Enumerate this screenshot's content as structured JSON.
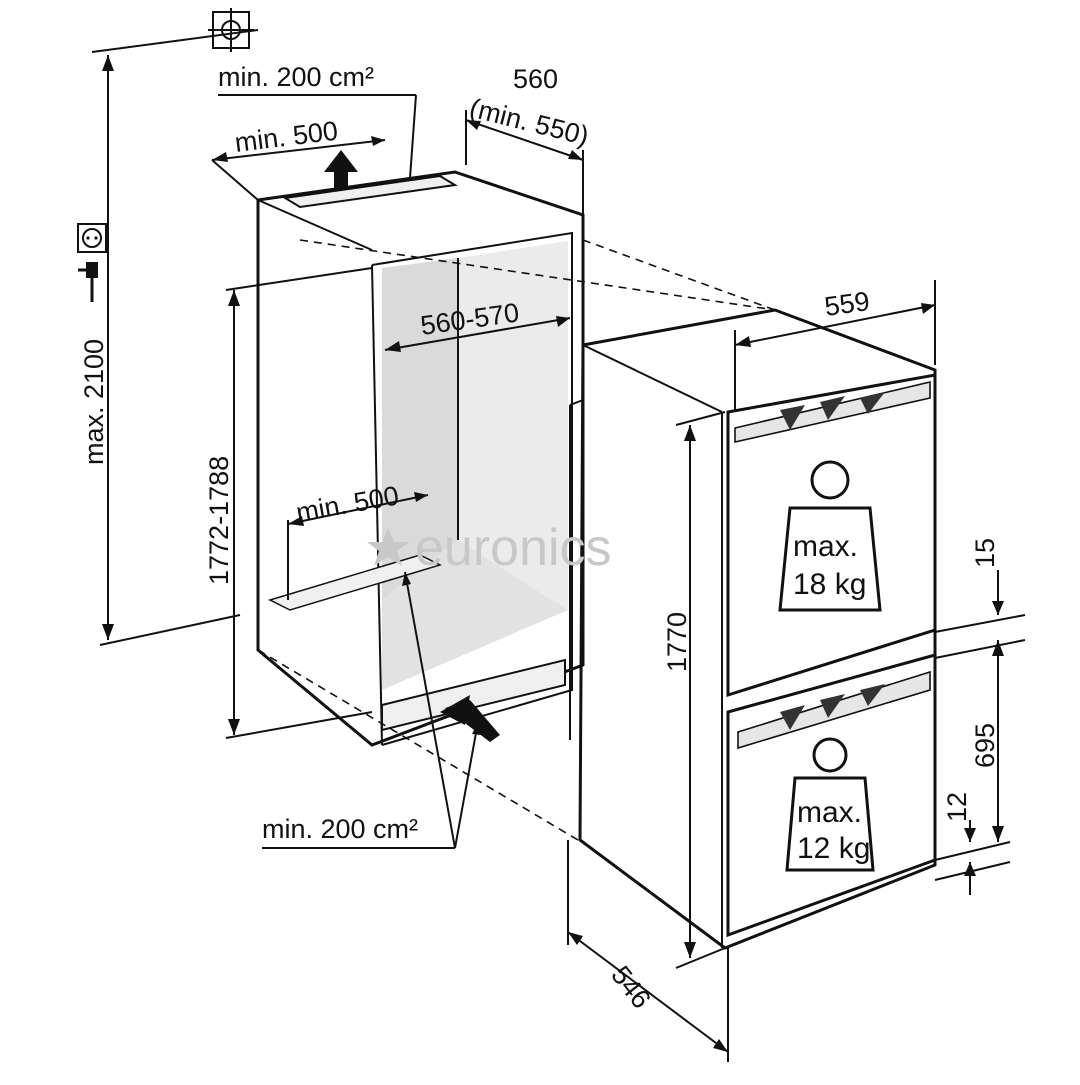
{
  "dimensions": {
    "top_vent": "min. 200 cm²",
    "top_depth": "min. 500",
    "niche_depth_1": "560",
    "niche_depth_2": "(min. 550)",
    "niche_width": "560-570",
    "niche_height": "1772-1788",
    "max_height": "max. 2100",
    "floor_depth": "min. 500",
    "bottom_vent": "min. 200 cm²",
    "appliance_width": "559",
    "appliance_height": "1770",
    "appliance_depth": "546",
    "gap_top": "15",
    "freezer_door": "695",
    "gap_bottom": "12"
  },
  "loads": {
    "upper_line1": "max.",
    "upper_line2": "18 kg",
    "lower_line1": "max.",
    "lower_line2": "12 kg"
  },
  "watermark": "euronics",
  "icons": [
    "ventilation-grille-icon",
    "power-socket-icon",
    "power-plug-icon",
    "weight-icon",
    "star-logo-icon"
  ]
}
